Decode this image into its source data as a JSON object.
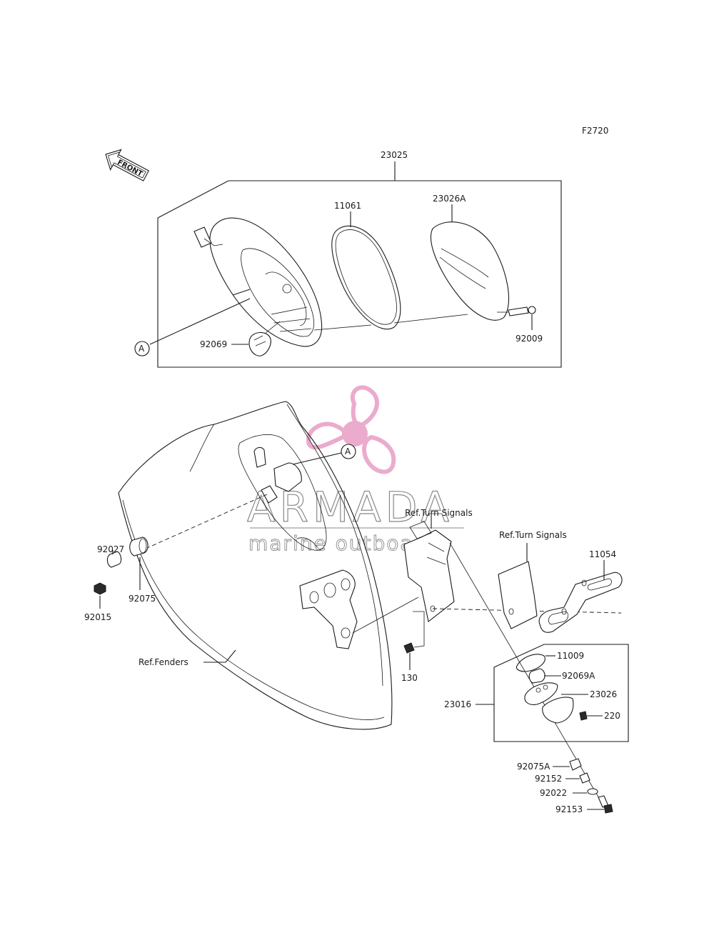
{
  "figure_code": "F2720",
  "front_label": "FRONT",
  "callouts": {
    "c23025": "23025",
    "c11061": "11061",
    "c23026A": "23026A",
    "c92069": "92069",
    "c92009": "92009",
    "c92027": "92027",
    "c92075": "92075",
    "c92015": "92015",
    "c11054": "11054",
    "c11009": "11009",
    "c92069A": "92069A",
    "c23026": "23026",
    "c220": "220",
    "c23016": "23016",
    "c130": "130",
    "c92075A": "92075A",
    "c92152": "92152",
    "c92022": "92022",
    "c92153": "92153"
  },
  "refs": {
    "turn_signals_1": "Ref.Turn Signals",
    "turn_signals_2": "Ref.Turn Signals",
    "fenders": "Ref.Fenders"
  },
  "markers": {
    "a_top": "A",
    "a_bottom": "A"
  },
  "watermark": {
    "brand": "ARMADA",
    "tagline": "marine outboards"
  },
  "colors": {
    "line": "#1a1a1a",
    "watermark_logo": "#e9a3c8",
    "watermark_text": "#8a8a8a"
  }
}
